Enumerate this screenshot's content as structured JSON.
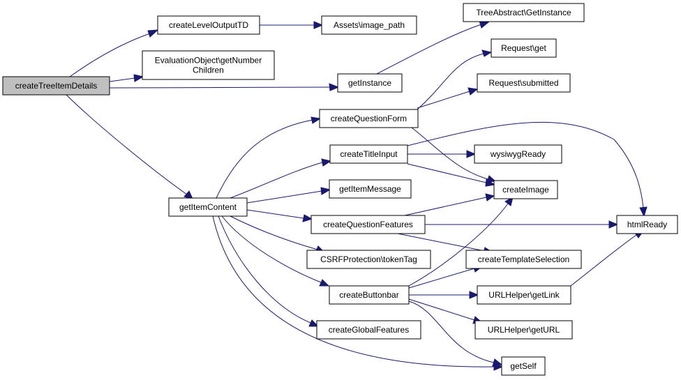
{
  "graph": {
    "edge_color": "#191970",
    "root_fill": "#bfbfbf",
    "node_fill": "#ffffff",
    "nodes": {
      "createTreeItemDetails": [
        "createTreeItemDetails"
      ],
      "createLevelOutputTD": [
        "createLevelOutputTD"
      ],
      "Assets_image_path": [
        "Assets\\image_path"
      ],
      "TreeAbstract_GetInstance": [
        "TreeAbstract\\GetInstance"
      ],
      "EvaluationObject_getNumberChildren": [
        "EvaluationObject\\getNumber",
        "Children"
      ],
      "getInstance": [
        "getInstance"
      ],
      "Request_get": [
        "Request\\get"
      ],
      "Request_submitted": [
        "Request\\submitted"
      ],
      "createQuestionForm": [
        "createQuestionForm"
      ],
      "createTitleInput": [
        "createTitleInput"
      ],
      "wysiwygReady": [
        "wysiwygReady"
      ],
      "getItemMessage": [
        "getItemMessage"
      ],
      "createImage": [
        "createImage"
      ],
      "getItemContent": [
        "getItemContent"
      ],
      "createQuestionFeatures": [
        "createQuestionFeatures"
      ],
      "htmlReady": [
        "htmlReady"
      ],
      "CSRFProtection_tokenTag": [
        "CSRFProtection\\tokenTag"
      ],
      "createTemplateSelection": [
        "createTemplateSelection"
      ],
      "createButtonbar": [
        "createButtonbar"
      ],
      "URLHelper_getLink": [
        "URLHelper\\getLink"
      ],
      "createGlobalFeatures": [
        "createGlobalFeatures"
      ],
      "URLHelper_getURL": [
        "URLHelper\\getURL"
      ],
      "getSelf": [
        "getSelf"
      ]
    }
  }
}
